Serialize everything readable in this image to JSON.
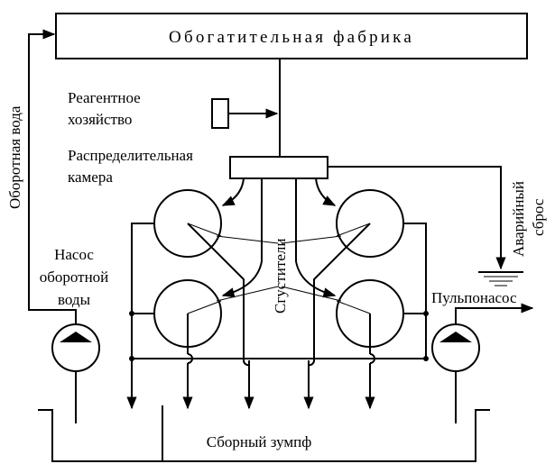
{
  "labels": {
    "factory": "Обогатительная фабрика",
    "reagent_line1": "Реагентное",
    "reagent_line2": "хозяйство",
    "chamber_line1": "Распределительная",
    "chamber_line2": "камера",
    "recycled_water": "Оборотная вода",
    "pump_line1": "Насос",
    "pump_line2": "оборотной",
    "pump_line3": "воды",
    "thickeners": "Сгустители",
    "emergency_line1": "Аварийный",
    "emergency_line2": "сброс",
    "slurry_pump": "Пульпонасос",
    "sump": "Сборный зумпф"
  }
}
